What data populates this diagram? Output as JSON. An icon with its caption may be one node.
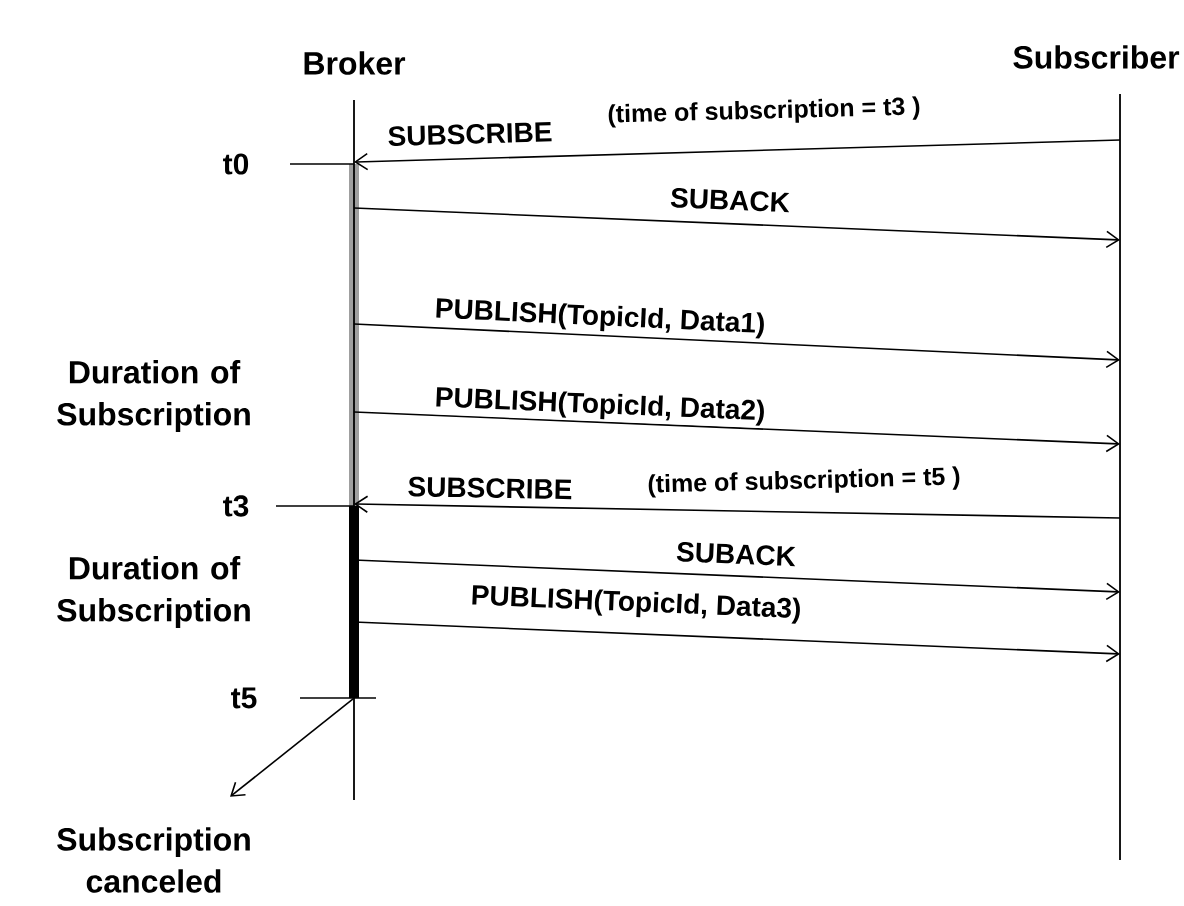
{
  "diagram": {
    "nodes": [
      {
        "text": [
          "Broker"
        ]
      },
      {
        "text": [
          "Subscriber"
        ]
      },
      {
        "text": [
          "Subscription canceled"
        ]
      }
    ],
    "edges": [
      {
        "from": 1,
        "to": 0,
        "arrow": "to",
        "label": "SUBSCRIBE"
      },
      {
        "from": 0,
        "to": 1,
        "arrow": "to",
        "label": "SUBACK"
      },
      {
        "from": 0,
        "to": 1,
        "arrow": "to",
        "label": "PUBLISH(TopicId, Data1)"
      },
      {
        "from": 0,
        "to": 1,
        "arrow": "to",
        "label": "PUBLISH(TopicId, Data2)"
      },
      {
        "from": 1,
        "to": 0,
        "arrow": "to",
        "label": "SUBSCRIBE"
      },
      {
        "from": 0,
        "to": 1,
        "arrow": "to",
        "label": "SUBACK"
      },
      {
        "from": 0,
        "to": 1,
        "arrow": "to",
        "label": "PUBLISH(TopicId, Data3)"
      },
      {
        "from": 0,
        "to": 2,
        "arrow": "to"
      }
    ],
    "labels": [
      "(time of subscription = t3 )",
      "t0",
      "Duration of Subscription",
      "(time of subscription = t5 )",
      "t3",
      "Duration of Subscription",
      "t5"
    ]
  }
}
